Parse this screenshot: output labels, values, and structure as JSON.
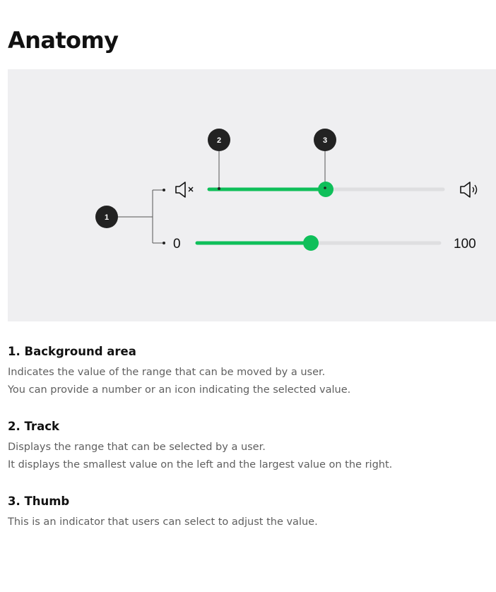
{
  "page": {
    "title": "Anatomy"
  },
  "diagram": {
    "callouts": [
      "1",
      "2",
      "3"
    ],
    "sliders": [
      {
        "variant": "icon",
        "min_icon": "speaker-muted-icon",
        "max_icon": "speaker-volume-icon",
        "value_fraction": 0.5
      },
      {
        "variant": "number",
        "min_label": "0",
        "max_label": "100",
        "value": 50
      }
    ],
    "colors": {
      "background": "#efeff1",
      "track_fill": "#0fbf5a",
      "track_rest": "#dedee0",
      "callout": "#222222"
    }
  },
  "sections": [
    {
      "title": "1. Background area",
      "lines": [
        "Indicates the value of the range that can be moved by a user.",
        "You can provide a number or an icon indicating the selected value."
      ]
    },
    {
      "title": "2. Track",
      "lines": [
        "Displays the range that can be selected by a user.",
        "It displays the smallest value on the left and the largest value on the right."
      ]
    },
    {
      "title": "3. Thumb",
      "lines": [
        "This is an indicator that users can select to adjust the value."
      ]
    }
  ]
}
